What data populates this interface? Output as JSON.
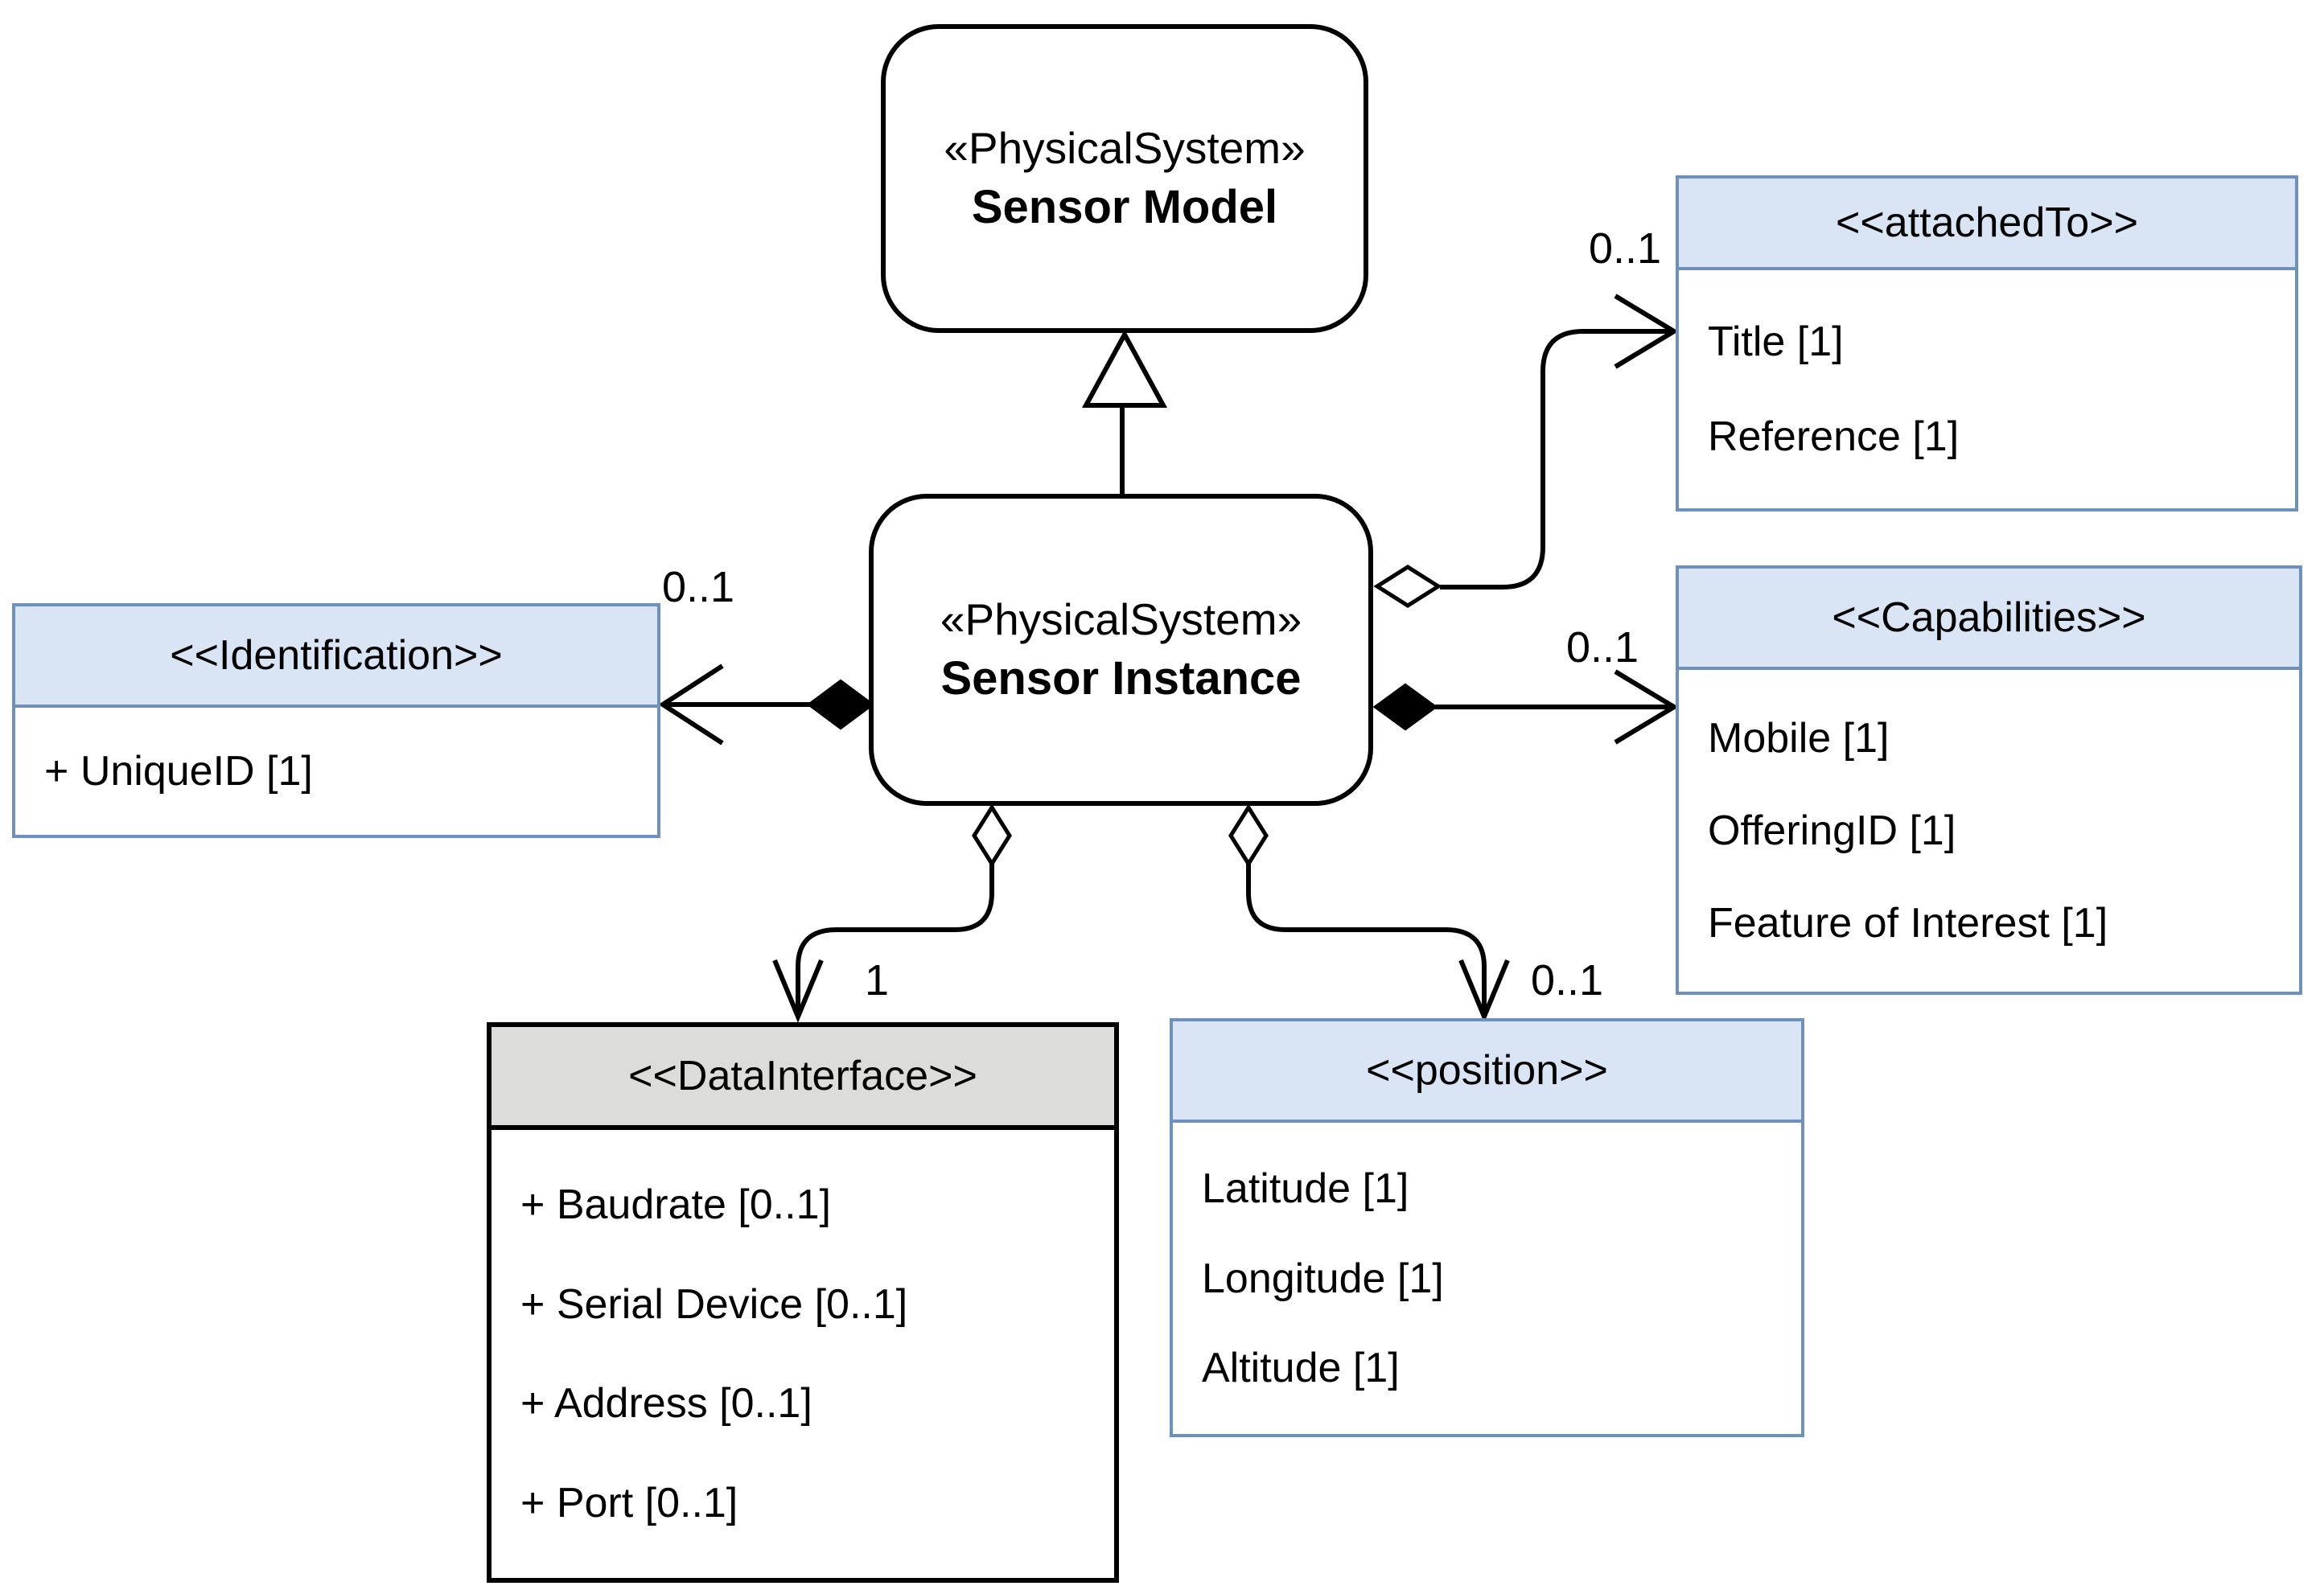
{
  "diagram": {
    "nodes": {
      "sensor_model": {
        "stereotype": "«PhysicalSystem»",
        "name": "Sensor Model"
      },
      "sensor_instance": {
        "stereotype": "«PhysicalSystem»",
        "name": "Sensor Instance"
      },
      "identification": {
        "title": "<<Identification>>",
        "attributes": [
          "+ UniqueID [1]"
        ]
      },
      "attached_to": {
        "title": "<<attachedTo>>",
        "attributes": [
          "Title [1]",
          "Reference [1]"
        ]
      },
      "capabilities": {
        "title": "<<Capabilities>>",
        "attributes": [
          "Mobile [1]",
          "OfferingID [1]",
          "Feature of Interest [1]"
        ]
      },
      "data_interface": {
        "title": "<<DataInterface>>",
        "attributes": [
          "+ Baudrate [0..1]",
          "+ Serial Device [0..1]",
          "+ Address [0..1]",
          "+ Port [0..1]"
        ]
      },
      "position": {
        "title": "<<position>>",
        "attributes": [
          "Latitude [1]",
          "Longitude [1]",
          "Altitude [1]"
        ]
      }
    },
    "edge_labels": {
      "identification": "0..1",
      "attached_to": "0..1",
      "capabilities": "0..1",
      "data_interface": "1",
      "position": "0..1"
    },
    "colors": {
      "header_fill": "#d9e4f5",
      "header_border": "#6e90bc",
      "gray_header_fill": "#dcdcda",
      "line": "#000000"
    }
  }
}
